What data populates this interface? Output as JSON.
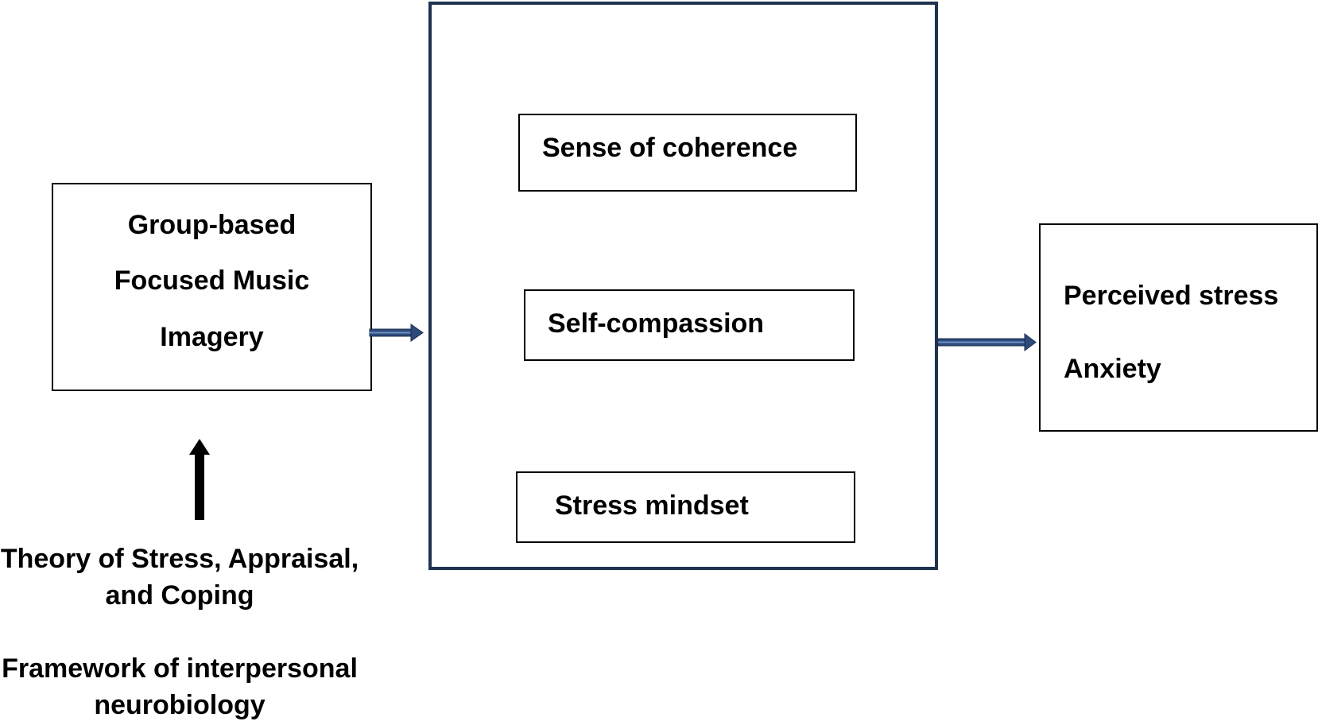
{
  "intervention": {
    "lines": [
      "Group-based",
      "Focused Music",
      "Imagery"
    ]
  },
  "mediators": [
    "Sense of coherence",
    "Self-compassion",
    "Stress mindset"
  ],
  "outcomes": [
    "Perceived stress",
    "Anxiety"
  ],
  "theories": {
    "stress_appraisal": [
      "Theory of Stress, Appraisal,",
      "and Coping"
    ],
    "interpersonal": [
      "Framework of interpersonal",
      "neurobiology"
    ]
  },
  "colors": {
    "container_border": "#1f3250",
    "horizontal_arrow": "#2e4a7a",
    "vertical_arrow": "#000000",
    "box_border": "#000000"
  }
}
